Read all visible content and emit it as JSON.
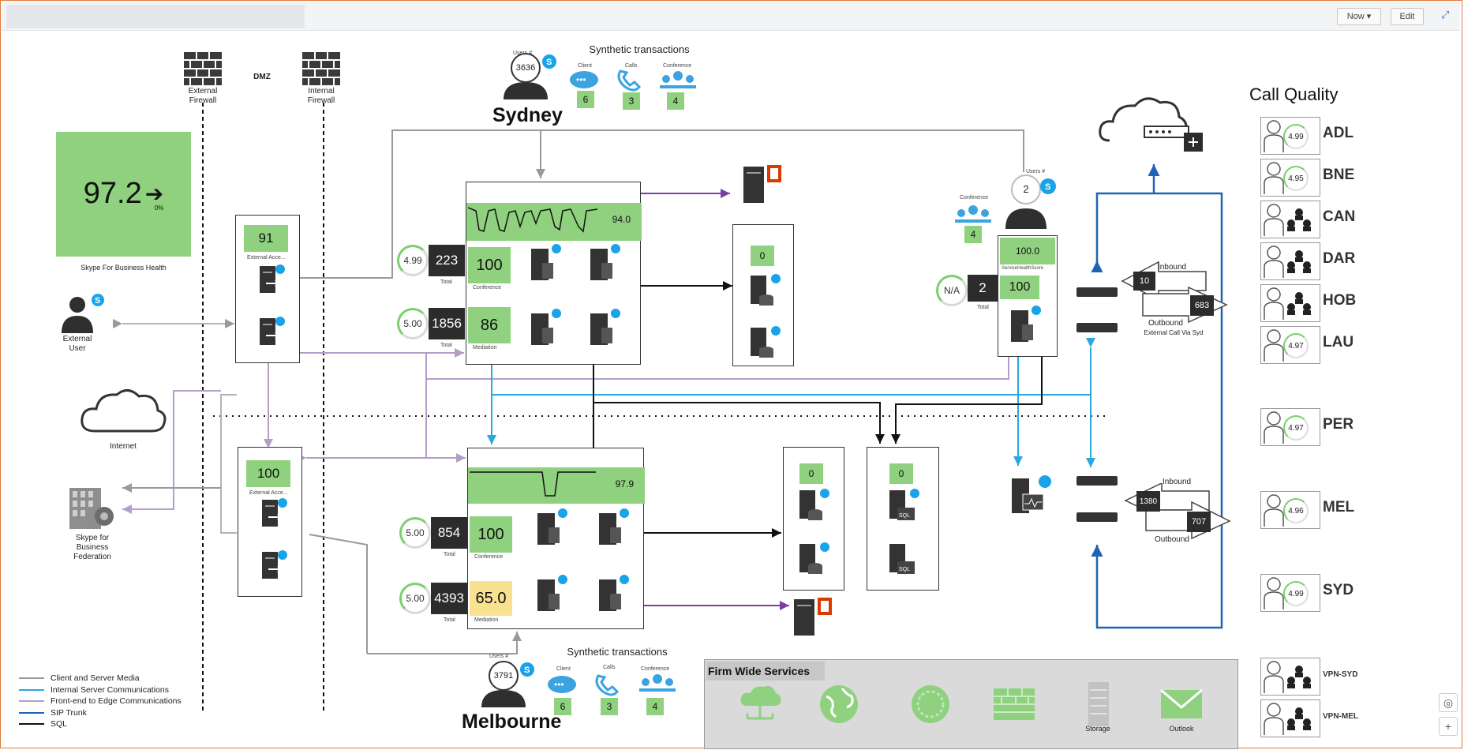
{
  "toolbar": {
    "now_label": "Now ▾",
    "edit_label": "Edit"
  },
  "zones": {
    "external_firewall": "External Firewall",
    "dmz": "DMZ",
    "internal_firewall": "Internal Firewall"
  },
  "health": {
    "value": "97.2",
    "change": "0%",
    "label": "Skype For Business Health"
  },
  "external_user": {
    "label": "External User"
  },
  "internet": {
    "label": "Internet"
  },
  "federation": {
    "label": "Skype for Business Federation"
  },
  "edge": {
    "top": {
      "value": "91",
      "sub": "External Acce..."
    },
    "bottom": {
      "value": "100",
      "sub": "External Acce..."
    }
  },
  "sydney": {
    "name": "Sydney",
    "users_label": "Users #",
    "users": "3636",
    "synthetic_title": "Synthetic transactions",
    "client_label": "Client",
    "client": "6",
    "calls_label": "Calls",
    "calls": "3",
    "conference_label": "Conference",
    "conference": "4",
    "graph_value": "94.0",
    "conf_score": "4.99",
    "conf_total": "223",
    "conf_total_label": "Total",
    "conf_pct": "100",
    "conf_label": "Conference",
    "med_score": "5.00",
    "med_total": "1856",
    "med_total_label": "Total",
    "med_pct": "86",
    "med_label": "Mediation",
    "db_value": "0"
  },
  "melbourne": {
    "name": "Melbourne",
    "users_label": "Users #",
    "users": "3791",
    "synthetic_title": "Synthetic transactions",
    "client_label": "Client",
    "client": "6",
    "calls_label": "Calls",
    "calls": "3",
    "conference_label": "Conference",
    "conference": "4",
    "graph_value": "97.9",
    "conf_score": "5.00",
    "conf_total": "854",
    "conf_total_label": "Total",
    "conf_pct": "100",
    "conf_label": "Conference",
    "med_score": "5.00",
    "med_total": "4393",
    "med_total_label": "Total",
    "med_pct": "65.0",
    "med_label": "Mediation",
    "db1_value": "0",
    "db2_value": "0"
  },
  "remote_site": {
    "users_label": "Users #",
    "users": "2",
    "conference_label": "Conference",
    "conference": "4",
    "health": "100.0",
    "health_sub": "ServiceHealthScore",
    "score": "N/A",
    "total": "2",
    "total_label": "Total",
    "pct": "100"
  },
  "sip": {
    "top_inbound_label": "Inbound",
    "top_inbound": "10",
    "top_outbound": "683",
    "top_outbound_label": "Outbound",
    "top_caption": "External Call Via Syd",
    "bottom_inbound_label": "Inbound",
    "bottom_inbound": "1380",
    "bottom_outbound": "707",
    "bottom_outbound_label": "Outbound"
  },
  "call_quality": {
    "title": "Call Quality",
    "sites": [
      {
        "code": "ADL",
        "value": "4.99"
      },
      {
        "code": "BNE",
        "value": "4.95"
      },
      {
        "code": "CAN",
        "value": ""
      },
      {
        "code": "DAR",
        "value": ""
      },
      {
        "code": "HOB",
        "value": ""
      },
      {
        "code": "LAU",
        "value": "4.97"
      },
      {
        "code": "PER",
        "value": "4.97"
      },
      {
        "code": "MEL",
        "value": "4.96"
      },
      {
        "code": "SYD",
        "value": "4.99"
      },
      {
        "code": "VPN-SYD",
        "value": ""
      },
      {
        "code": "VPN-MEL",
        "value": ""
      }
    ]
  },
  "firm_wide": {
    "title": "Firm Wide Services",
    "items": [
      {
        "icon": "cloud-network-icon",
        "label": ""
      },
      {
        "icon": "globe-icon",
        "label": ""
      },
      {
        "icon": "ring-icon",
        "label": ""
      },
      {
        "icon": "firewall-icon",
        "label": ""
      },
      {
        "icon": "storage-icon",
        "label": "Storage"
      },
      {
        "icon": "mail-icon",
        "label": "Outlook"
      }
    ]
  },
  "legend": [
    {
      "label": "Client and Server Media",
      "color": "#9a9a9a"
    },
    {
      "label": "Internal Server Communications",
      "color": "#29a8e0"
    },
    {
      "label": "Front-end to Edge Communications",
      "color": "#b39ec9"
    },
    {
      "label": "SIP Trunk",
      "color": "#1f63b5"
    },
    {
      "label": "SQL",
      "color": "#111111"
    }
  ],
  "colors": {
    "green": "#8fd17e",
    "yellow": "#f8e18f",
    "purple_arrow": "#7b3fa0",
    "skype_blue": "#1aa3e8"
  }
}
